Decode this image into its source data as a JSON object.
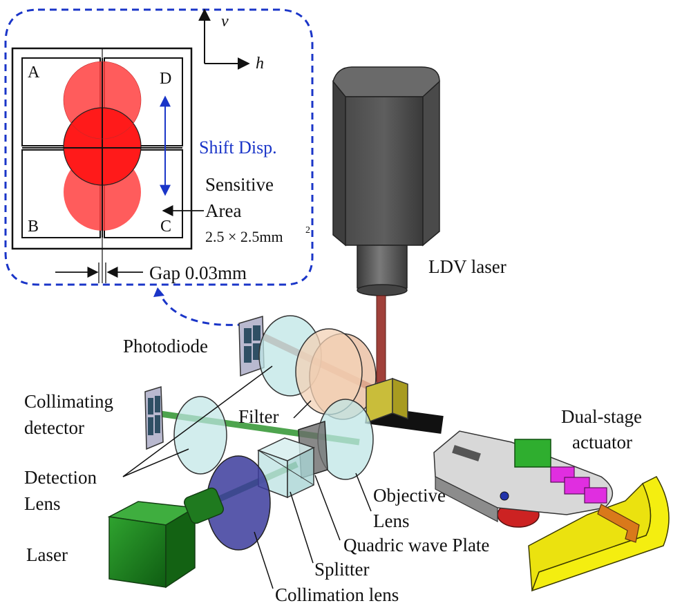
{
  "inset": {
    "quadrants": {
      "a": "A",
      "b": "B",
      "c": "C",
      "d": "D"
    },
    "shift_label": "Shift Disp.",
    "sensitive_line1": "Sensitive",
    "sensitive_line2": "Area",
    "area_size": "2.5 × 2.5mm",
    "area_exp": "2",
    "gap": "Gap 0.03mm",
    "axis_v": "v",
    "axis_h": "h"
  },
  "labels": {
    "ldv_laser": "LDV laser",
    "photodiode": "Photodiode",
    "collimating_1": "Collimating",
    "collimating_2": "detector",
    "filter": "Filter",
    "detection_1": "Detection",
    "detection_2": "Lens",
    "laser": "Laser",
    "objective_1": "Objective",
    "objective_2": "Lens",
    "quadric": "Quadric wave Plate",
    "splitter": "Splitter",
    "collimation_lens": "Collimation lens",
    "dual_stage_1": "Dual-stage",
    "dual_stage_2": "actuator"
  },
  "colors": {
    "inset_border": "#1a35c8",
    "spot": "#ff2020",
    "arrow_blue": "#1a35c8",
    "green_beam": "#2e8b2e",
    "ldv_beam": "#a0403a",
    "actuator_yellow": "#f4ee10"
  }
}
